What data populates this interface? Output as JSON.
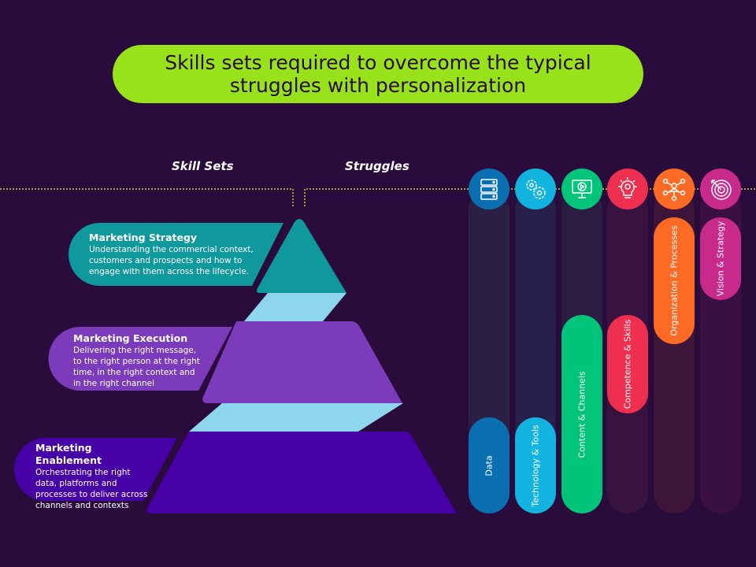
{
  "title": "Skills sets required to overcome the typical struggles with personalization",
  "headers": {
    "skill_sets": "Skill Sets",
    "struggles": "Struggles"
  },
  "skills": [
    {
      "title": "Marketing Strategy",
      "description": "Understanding the commercial context, customers and prospects and how to engage with them across the lifecycle.",
      "color": "#10999d"
    },
    {
      "title": "Marketing Execution",
      "description": "Delivering the right message, to the right person at the right time, in the right context and in the right channel",
      "color": "#7b3bbb"
    },
    {
      "title": "Marketing Enablement",
      "description": "Orchestrating the right data, platforms and processes to deliver across channels and contexts",
      "color": "#4600a6"
    }
  ],
  "connector_color": "#8dd6ee",
  "struggles": [
    {
      "label": "Data",
      "icon": "server-icon",
      "color": "#0a6fb0"
    },
    {
      "label": "Technology & Tools",
      "icon": "gears-icon",
      "color": "#12b3df"
    },
    {
      "label": "Content & Channels",
      "icon": "monitor-play-icon",
      "color": "#00c47a"
    },
    {
      "label": "Competence & Skills",
      "icon": "lightbulb-gear-icon",
      "color": "#ee2f4f"
    },
    {
      "label": "Organization & Processes",
      "icon": "network-people-icon",
      "color": "#ff6a24"
    },
    {
      "label": "Vision & Strategy",
      "icon": "target-icon",
      "color": "#c82a8c"
    }
  ]
}
